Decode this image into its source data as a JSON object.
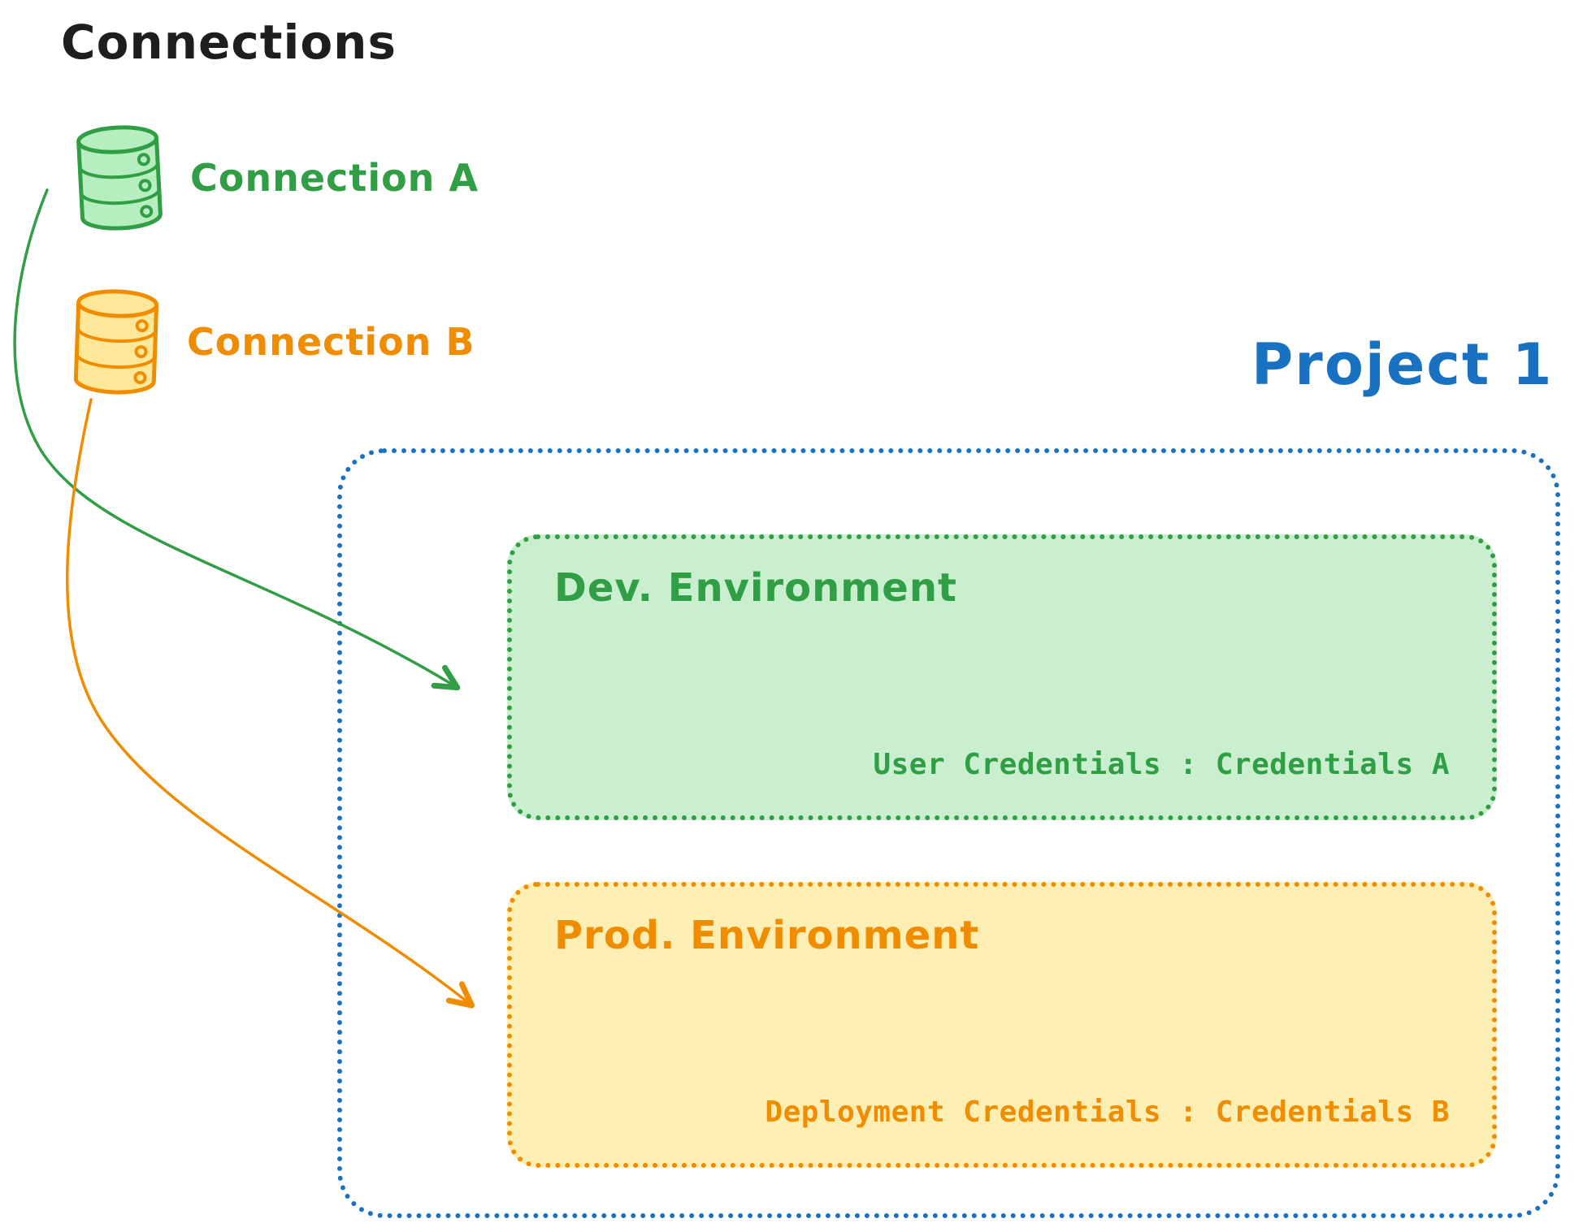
{
  "title": "Connections",
  "connections": [
    {
      "label": "Connection A",
      "icon": "database-icon",
      "color": "#2f9e44"
    },
    {
      "label": "Connection B",
      "icon": "database-icon",
      "color": "#f08c00"
    }
  ],
  "project": {
    "title": "Project 1",
    "environments": [
      {
        "name": "Dev. Environment",
        "credentials": "User Credentials : Credentials A",
        "accent": "#2f9e44",
        "fill": "#c9efcf"
      },
      {
        "name": "Prod. Environment",
        "credentials": "Deployment Credentials : Credentials B",
        "accent": "#f08c00",
        "fill": "#fdeeb3"
      }
    ]
  },
  "colors": {
    "green": "#2f9e44",
    "green_fill": "#c9efcf",
    "orange": "#f08c00",
    "orange_fill": "#fdeeb3",
    "blue": "#1971c2",
    "text": "#1e1e1e"
  }
}
